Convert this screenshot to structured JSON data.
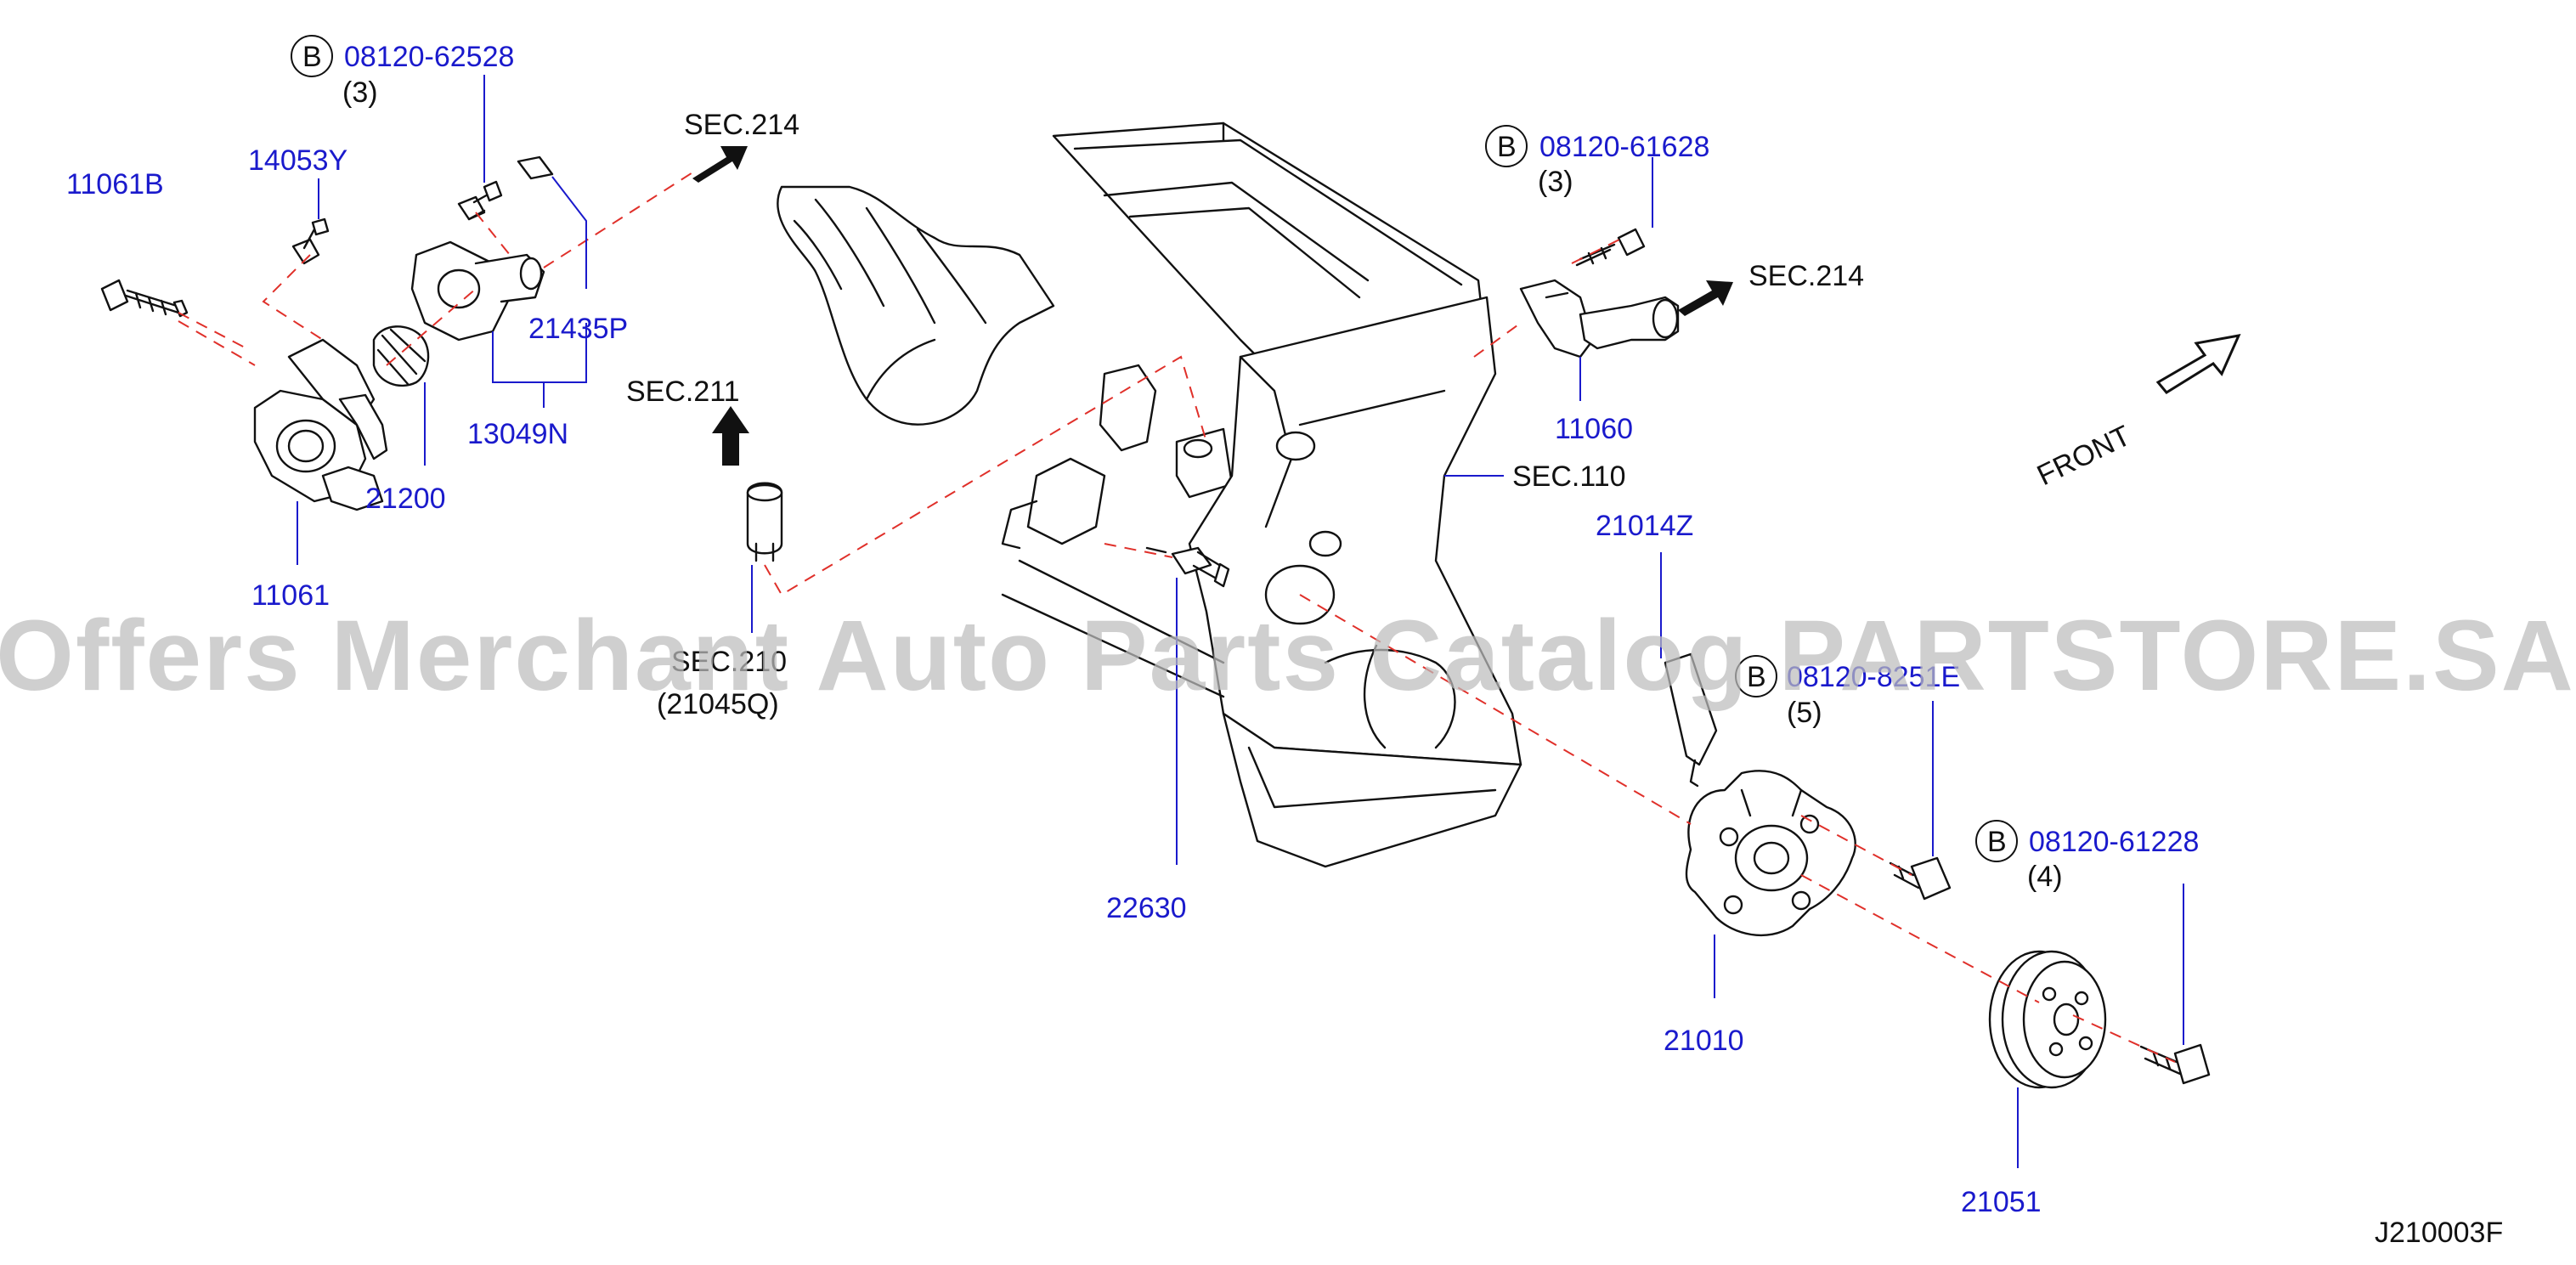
{
  "diagram": {
    "part_labels": [
      {
        "id": "p08120_62528",
        "text": "08120-62528",
        "qty": "(3)",
        "badge": "B"
      },
      {
        "id": "p14053Y",
        "text": "14053Y"
      },
      {
        "id": "p11061B",
        "text": "11061B"
      },
      {
        "id": "p21435P",
        "text": "21435P"
      },
      {
        "id": "p13049N",
        "text": "13049N"
      },
      {
        "id": "p21200",
        "text": "21200"
      },
      {
        "id": "p11061",
        "text": "11061"
      },
      {
        "id": "p08120_61628",
        "text": "08120-61628",
        "qty": "(3)",
        "badge": "B"
      },
      {
        "id": "p11060",
        "text": "11060"
      },
      {
        "id": "p21014Z",
        "text": "21014Z"
      },
      {
        "id": "p08120_8251E",
        "text": "08120-8251E",
        "qty": "(5)",
        "badge": "B"
      },
      {
        "id": "p08120_61228",
        "text": "08120-61228",
        "qty": "(4)",
        "badge": "B"
      },
      {
        "id": "p22630",
        "text": "22630"
      },
      {
        "id": "p21010",
        "text": "21010"
      },
      {
        "id": "p21051",
        "text": "21051"
      }
    ],
    "section_refs": [
      {
        "id": "sec214a",
        "text": "SEC.214"
      },
      {
        "id": "sec214b",
        "text": "SEC.214"
      },
      {
        "id": "sec211",
        "text": "SEC.211"
      },
      {
        "id": "sec110",
        "text": "SEC.110"
      },
      {
        "id": "sec210",
        "text": "SEC.210",
        "sub": "(21045Q)"
      }
    ],
    "front_label": "FRONT",
    "diagram_code": "J210003F",
    "watermark": "Offers Merchant Auto Parts Catalog PARTSTORE.SA",
    "colors": {
      "part_number": "#1a1acc",
      "leader_line": "#1a1acc",
      "dashed_line": "#e0302a",
      "outline": "#111111",
      "watermark": "#bdbdbd"
    }
  }
}
